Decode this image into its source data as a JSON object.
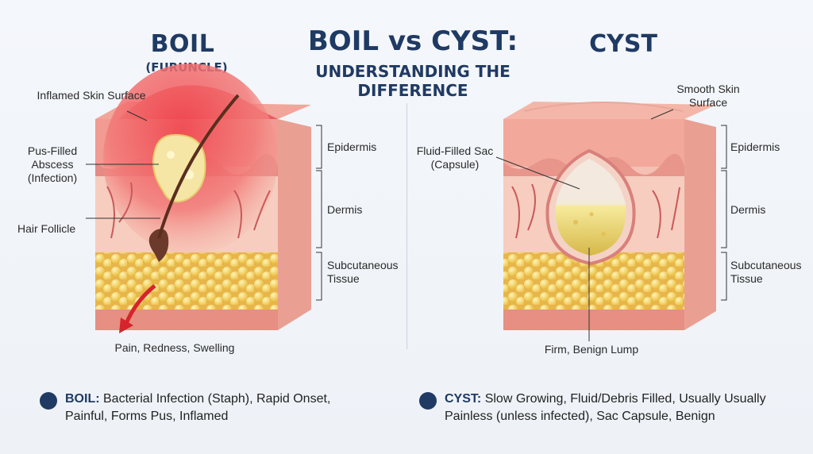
{
  "header": {
    "main_title": "BOIL vs CYST:",
    "main_subtitle": "UNDERSTANDING THE DIFFERENCE",
    "boil_title": "BOIL",
    "boil_subtitle": "(FURUNCLE)",
    "cyst_title": "CYST"
  },
  "boil_labels": {
    "inflamed_surface": "Inflamed Skin Surface",
    "abscess": "Pus-Filled Abscess (Infection)",
    "hair_follicle": "Hair Follicle",
    "epidermis": "Epidermis",
    "dermis": "Dermis",
    "subcutaneous": "Subcutaneous Tissue",
    "symptoms": "Pain, Redness, Swelling"
  },
  "cyst_labels": {
    "smooth_surface": "Smooth Skin Surface",
    "sac": "Fluid-Filled Sac (Capsule)",
    "epidermis": "Epidermis",
    "dermis": "Dermis",
    "subcutaneous": "Subcutaneous Tissue",
    "lump": "Firm, Benign Lump"
  },
  "summary": {
    "boil_key": "BOIL:",
    "boil_text": "Bacterial Infection (Staph), Rapid Onset, Painful, Forms Pus, Inflamed",
    "cyst_key": "CYST:",
    "cyst_text": "Slow Growing, Fluid/Debris Filled, Usually Usually Painless (unless infected), Sac Capsule, Benign"
  },
  "colors": {
    "title": "#1f3a63",
    "skin": "#f3b6a8",
    "inflamed": "#e8505a",
    "fat": "#f4d36a",
    "pus": "#f5e6a6"
  }
}
